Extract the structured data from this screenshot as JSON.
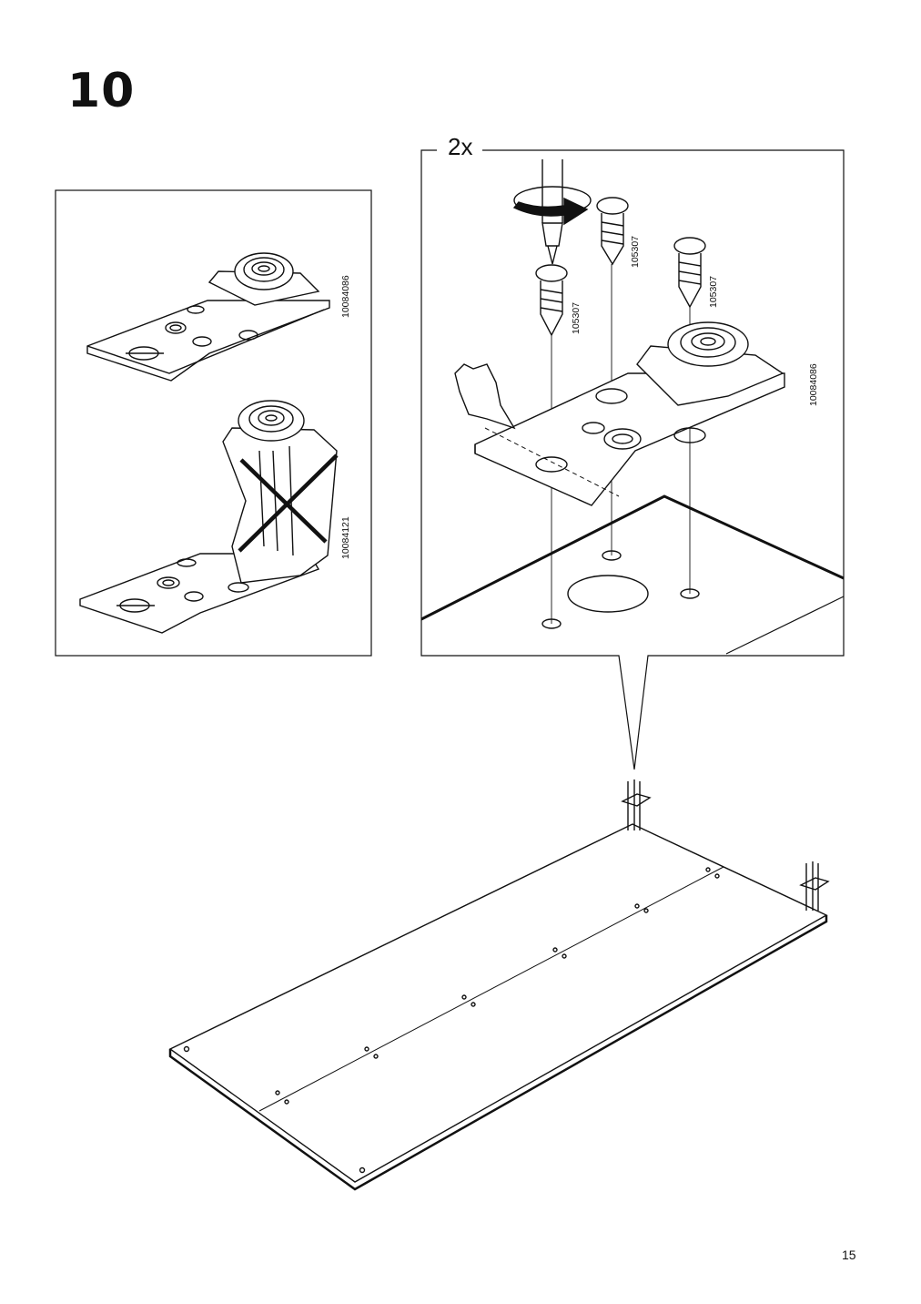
{
  "step": {
    "number": "10"
  },
  "detail": {
    "quantity": "2x",
    "screw_code": "105307",
    "fitting_code": "10084086"
  },
  "reference": {
    "correct_fitting_code": "10084086",
    "wrong_fitting_code": "10084121"
  },
  "page": {
    "number": "15"
  }
}
